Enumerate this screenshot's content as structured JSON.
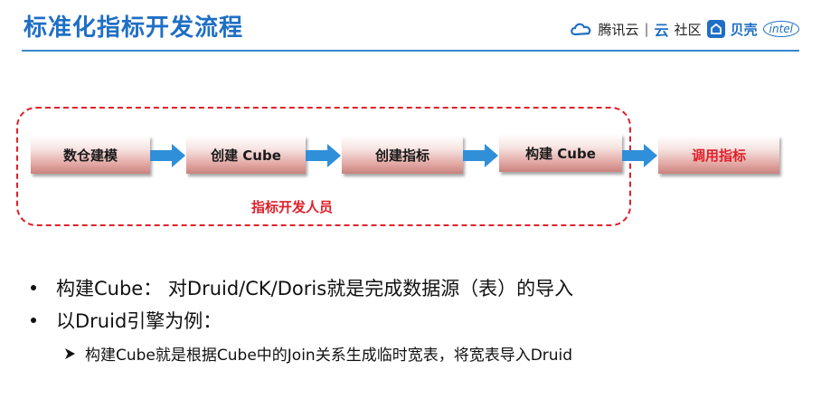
{
  "header": {
    "title": "标准化指标开发流程",
    "logos": {
      "tencent_cloud": "腾讯云",
      "separator": "|",
      "cloud_mark": "云",
      "community": "社区",
      "beike": "贝壳",
      "intel": "intel"
    }
  },
  "flow": {
    "steps": [
      {
        "label": "数仓建模"
      },
      {
        "label": "创建 Cube"
      },
      {
        "label": "创建指标"
      },
      {
        "label": "构建 Cube"
      },
      {
        "label": "调用指标"
      }
    ],
    "group_label": "指标开发人员",
    "colors": {
      "accent": "#e0202a",
      "arrow": "#2f8fd8",
      "title": "#1f6fc5"
    }
  },
  "bullets": [
    "构建Cube： 对Druid/CK/Doris就是完成数据源（表）的导入",
    "以Druid引擎为例："
  ],
  "sub_bullets": [
    "构建Cube就是根据Cube中的Join关系生成临时宽表，将宽表导入Druid"
  ]
}
